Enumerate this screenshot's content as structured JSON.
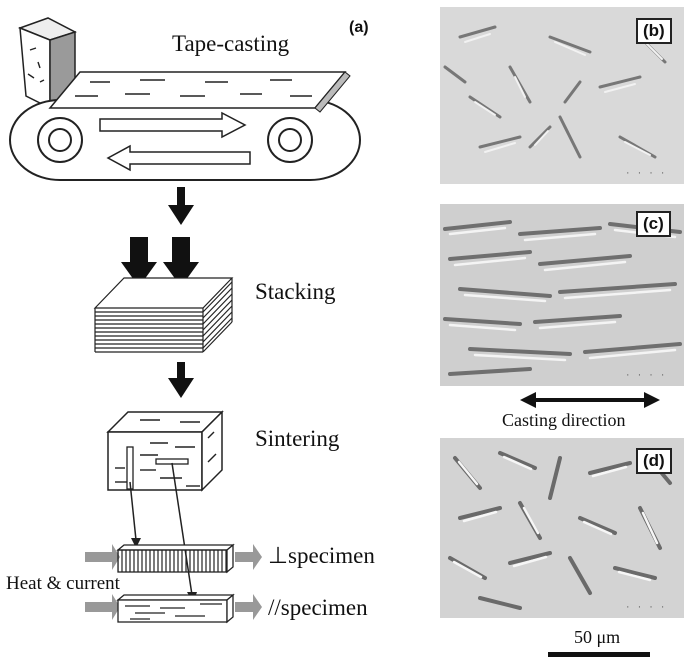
{
  "panels": {
    "a": "(a)",
    "b": "(b)",
    "c": "(c)",
    "d": "(d)"
  },
  "process": {
    "tape_casting": "Tape-casting",
    "stacking": "Stacking",
    "sintering": "Sintering",
    "perp_specimen": "⊥specimen",
    "parallel_specimen": "//specimen",
    "heat_current": "Heat & current"
  },
  "micrographs": {
    "casting_direction": "Casting direction",
    "scale_bar": "50 μm"
  }
}
